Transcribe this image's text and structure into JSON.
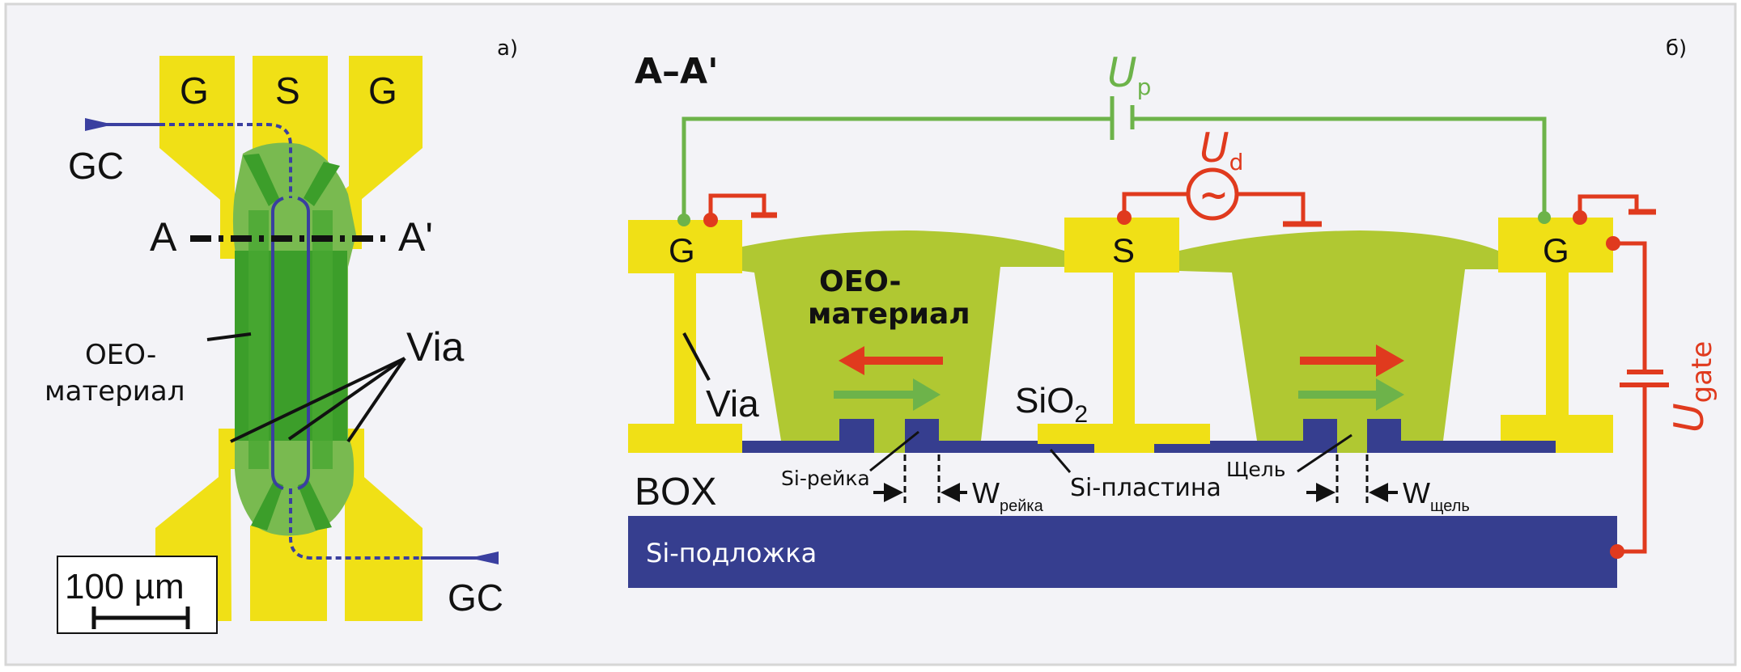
{
  "colors": {
    "background": "#f3f3f7",
    "frame": "#d6d6d6",
    "gold": "#f0e016",
    "oeo_layout": "#3c9e2a",
    "oeo_layout_light": "#79ba50",
    "oeo_cross": "#b0c832",
    "silicon": "#363e8f",
    "waveguide": "#3a3fa0",
    "wire_green": "#6db34a",
    "wire_red": "#e03a1e",
    "text": "#111111"
  },
  "panel_a": {
    "tag": "а)",
    "pads_top": [
      "G",
      "S",
      "G"
    ],
    "grating_coupler_top": "GC",
    "grating_coupler_bottom": "GC",
    "section_start": "A",
    "section_end": "A'",
    "oeo_label_line1": "OEO-",
    "oeo_label_line2": "материал",
    "via_label": "Via",
    "scale_bar": "100 µm"
  },
  "panel_b": {
    "tag": "б)",
    "title": "A–A'",
    "pads": [
      "G",
      "S",
      "G"
    ],
    "oeo_label_line1": "OEO-",
    "oeo_label_line2": "материал",
    "via_label": "Via",
    "sio2_label": "SiO",
    "sio2_sub": "2",
    "box_label": "BOX",
    "substrate_label": "Si-подложка",
    "rail_label": "Si-рейка",
    "plate_label": "Si-пластина",
    "slot_label": "Щель",
    "w_rail": {
      "main": "W",
      "sub": "рейка"
    },
    "w_slot": {
      "main": "W",
      "sub": "щель"
    },
    "sources": {
      "poling": {
        "main": "U",
        "sub": "p"
      },
      "drive": {
        "main": "U",
        "sub": "d",
        "symbol": "~"
      },
      "gate": {
        "main": "U",
        "sub": "gate"
      }
    }
  }
}
